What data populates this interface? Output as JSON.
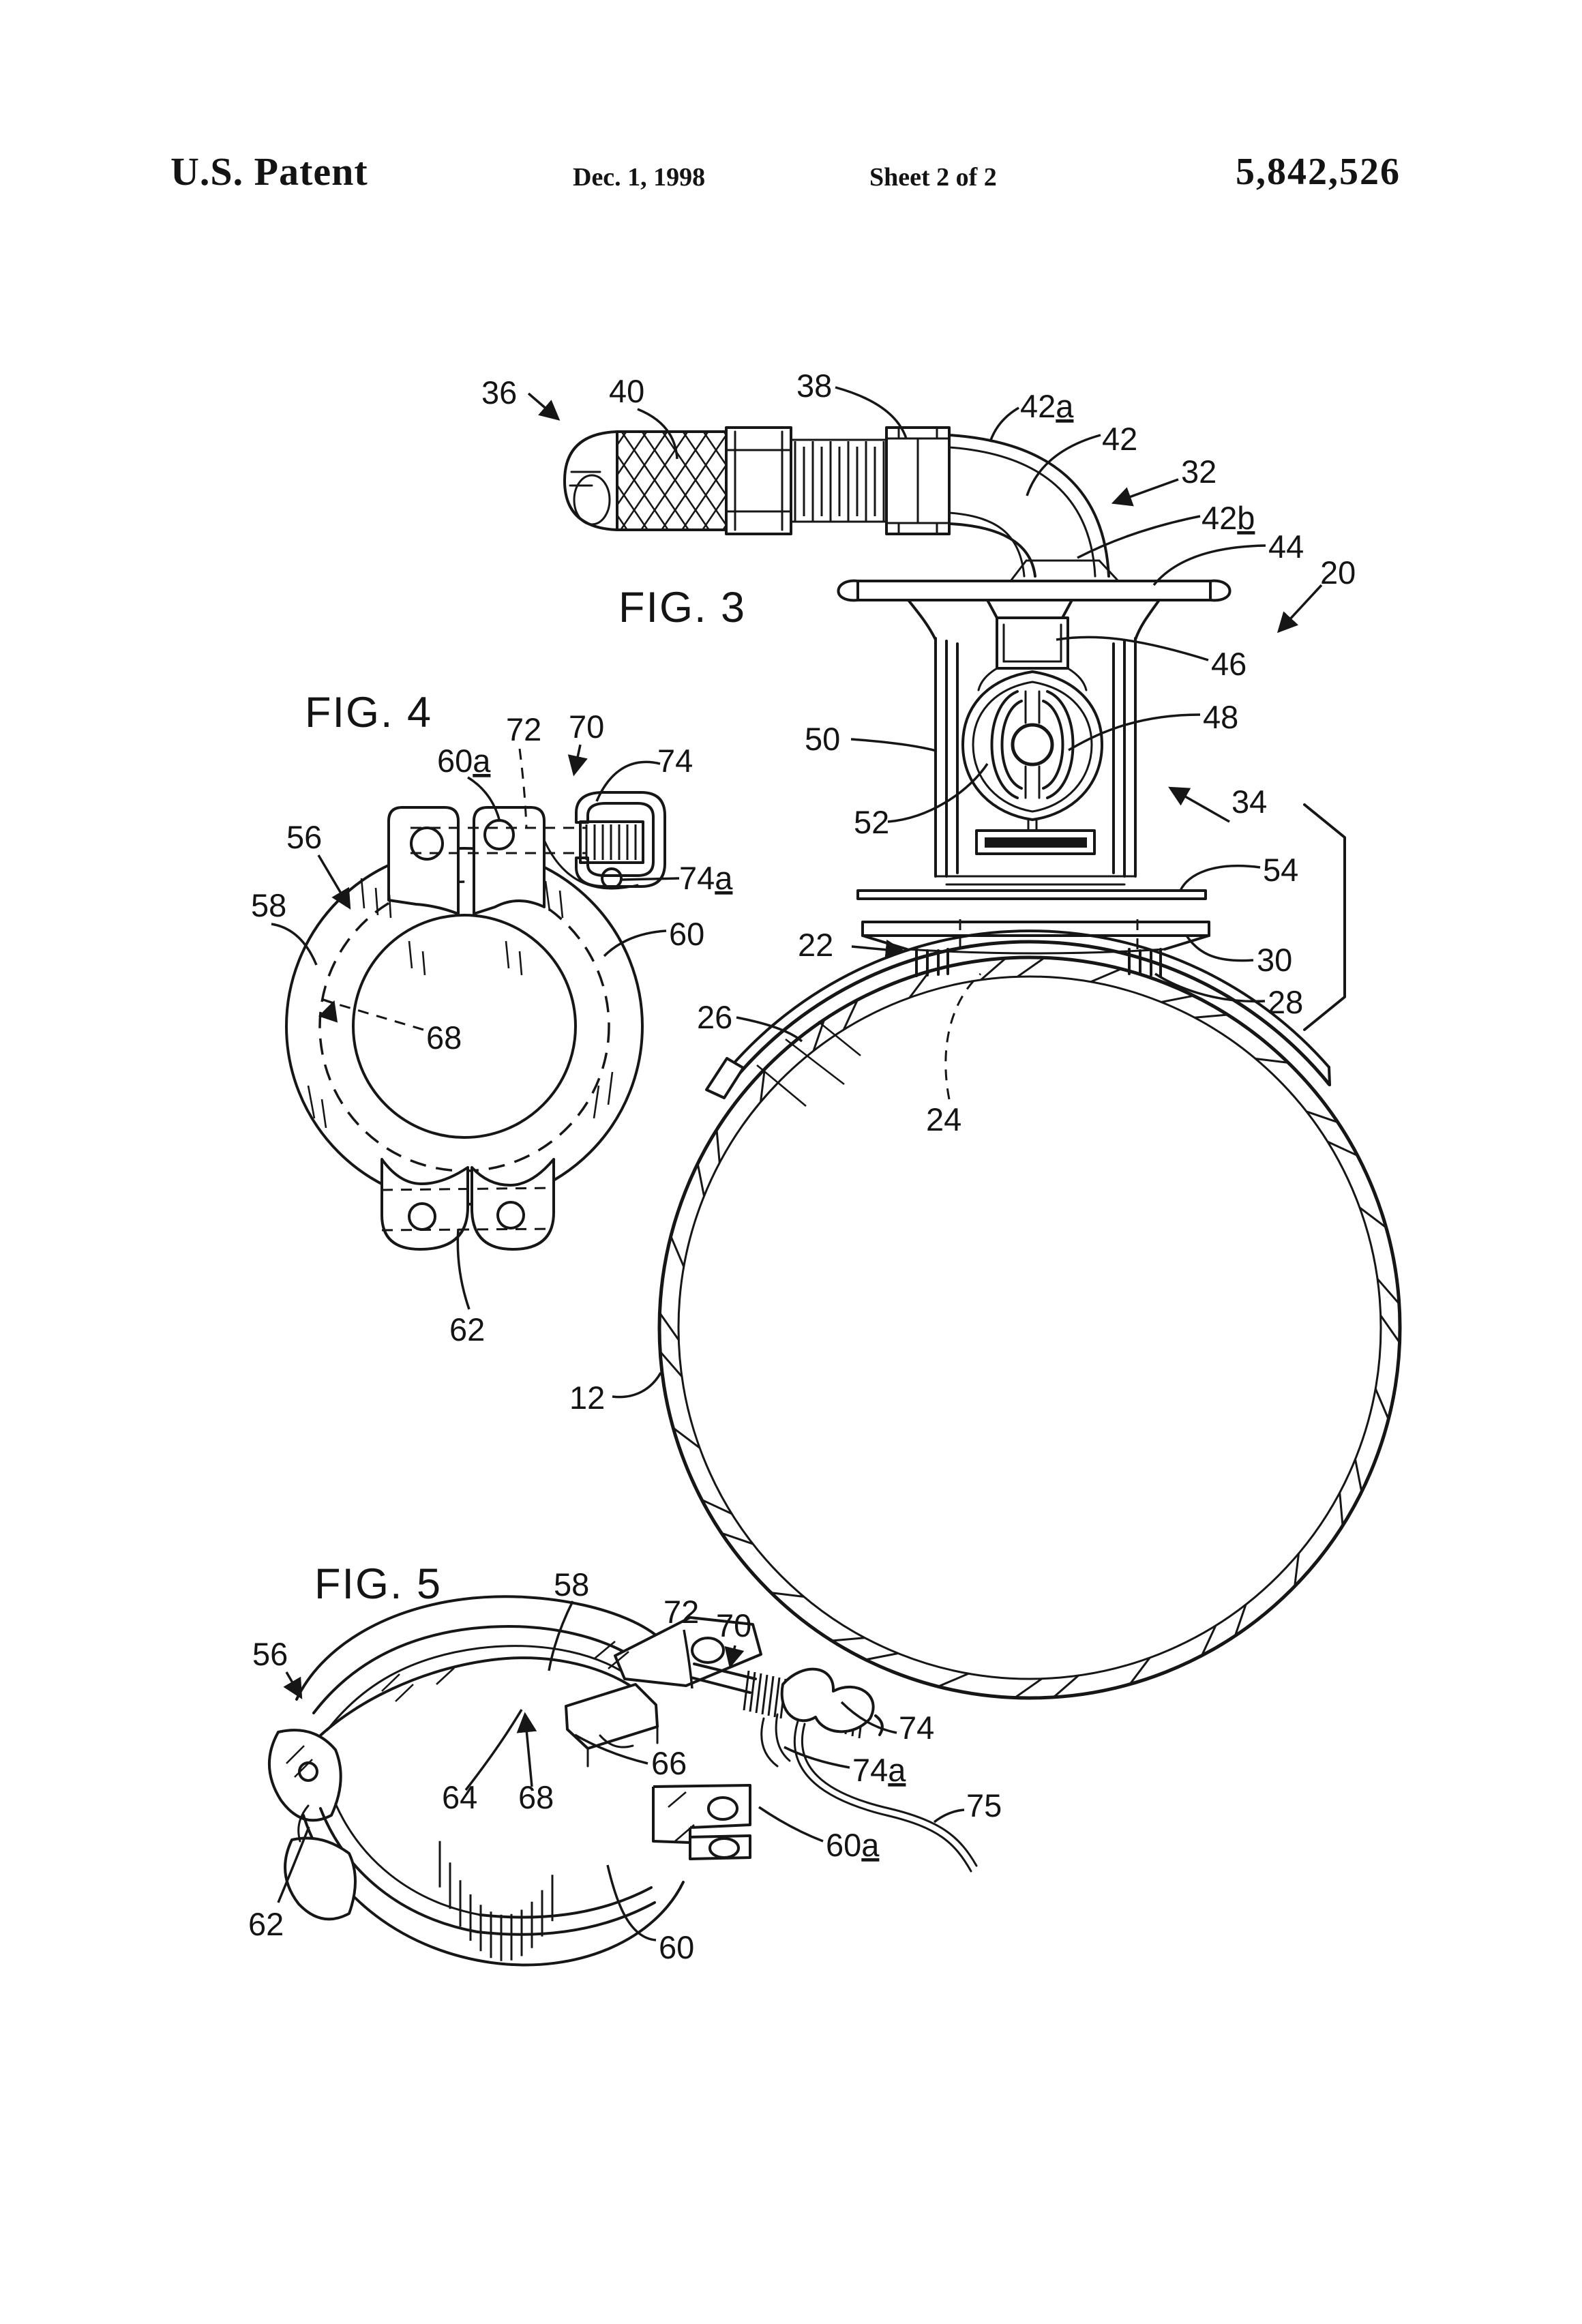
{
  "page": {
    "paper_color": "#ffffff",
    "ink_color": "#161616"
  },
  "header": {
    "title": "U.S. Patent",
    "date": "Dec. 1, 1998",
    "sheet": "Sheet 2 of 2",
    "patent_number": "5,842,526"
  },
  "figures": {
    "fig3": {
      "caption": "FIG. 3",
      "labels": {
        "n36": {
          "num": "36",
          "suf": ""
        },
        "n40": {
          "num": "40",
          "suf": ""
        },
        "n38": {
          "num": "38",
          "suf": ""
        },
        "n42a": {
          "num": "42",
          "suf": "a"
        },
        "n42": {
          "num": "42",
          "suf": ""
        },
        "n32": {
          "num": "32",
          "suf": ""
        },
        "n42b": {
          "num": "42",
          "suf": "b"
        },
        "n44": {
          "num": "44",
          "suf": ""
        },
        "n20": {
          "num": "20",
          "suf": ""
        },
        "n46": {
          "num": "46",
          "suf": ""
        },
        "n48": {
          "num": "48",
          "suf": ""
        },
        "n50": {
          "num": "50",
          "suf": ""
        },
        "n52": {
          "num": "52",
          "suf": ""
        },
        "n34": {
          "num": "34",
          "suf": ""
        },
        "n54": {
          "num": "54",
          "suf": ""
        },
        "n22": {
          "num": "22",
          "suf": ""
        },
        "n30": {
          "num": "30",
          "suf": ""
        },
        "n28": {
          "num": "28",
          "suf": ""
        },
        "n26": {
          "num": "26",
          "suf": ""
        },
        "n24": {
          "num": "24",
          "suf": ""
        },
        "n12": {
          "num": "12",
          "suf": ""
        }
      }
    },
    "fig4": {
      "caption": "FIG. 4",
      "labels": {
        "n56": {
          "num": "56",
          "suf": ""
        },
        "n58": {
          "num": "58",
          "suf": ""
        },
        "n60a": {
          "num": "60",
          "suf": "a"
        },
        "n72": {
          "num": "72",
          "suf": ""
        },
        "n70": {
          "num": "70",
          "suf": ""
        },
        "n74": {
          "num": "74",
          "suf": ""
        },
        "n74a": {
          "num": "74",
          "suf": "a"
        },
        "n60": {
          "num": "60",
          "suf": ""
        },
        "n68": {
          "num": "68",
          "suf": ""
        },
        "n62": {
          "num": "62",
          "suf": ""
        }
      }
    },
    "fig5": {
      "caption": "FIG. 5",
      "labels": {
        "n58": {
          "num": "58",
          "suf": ""
        },
        "n72": {
          "num": "72",
          "suf": ""
        },
        "n70": {
          "num": "70",
          "suf": ""
        },
        "n56": {
          "num": "56",
          "suf": ""
        },
        "n66": {
          "num": "66",
          "suf": ""
        },
        "n64": {
          "num": "64",
          "suf": ""
        },
        "n68": {
          "num": "68",
          "suf": ""
        },
        "n74": {
          "num": "74",
          "suf": ""
        },
        "n74a": {
          "num": "74",
          "suf": "a"
        },
        "n75": {
          "num": "75",
          "suf": ""
        },
        "n60a": {
          "num": "60",
          "suf": "a"
        },
        "n60": {
          "num": "60",
          "suf": ""
        },
        "n62": {
          "num": "62",
          "suf": ""
        }
      }
    }
  }
}
